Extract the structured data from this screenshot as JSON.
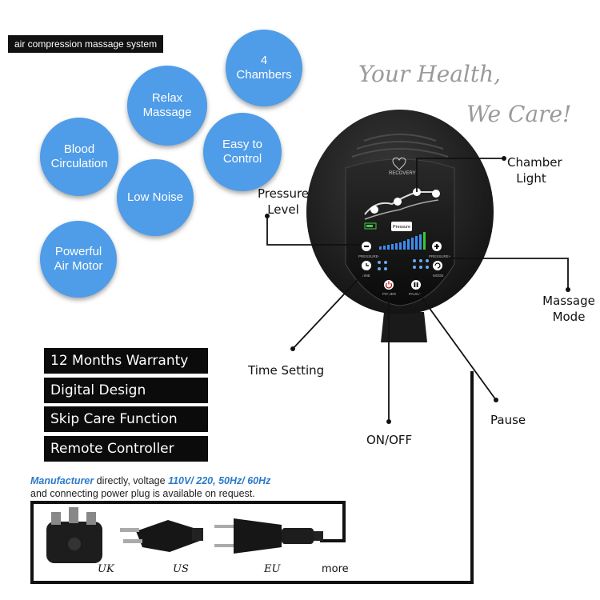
{
  "header_tag": "air compression massage system",
  "tagline": {
    "line1": "Your Health,",
    "line2": "We Care!"
  },
  "bubbles": [
    {
      "id": "four-chambers",
      "text": "4 Chambers"
    },
    {
      "id": "relax-massage",
      "text": "Relax Massage"
    },
    {
      "id": "easy-control",
      "text": "Easy to Control"
    },
    {
      "id": "blood-circulation",
      "text": "Blood Circulation"
    },
    {
      "id": "low-noise",
      "text": "Low Noise"
    },
    {
      "id": "powerful-air-motor",
      "text": "Powerful Air Motor"
    }
  ],
  "callouts": {
    "chamber_light": "Chamber Light",
    "pressure_level": "Pressure Level",
    "massage_mode": "Massage Mode",
    "time_setting": "Time Setting",
    "on_off": "ON/OFF",
    "pause": "Pause"
  },
  "device_labels": {
    "brand": "RECOVERY",
    "pressure_display": "Pressure",
    "pressure_minus": "PRESSURE-",
    "pressure_plus": "PRESSURE+",
    "time": "TIME",
    "mode": "MODE",
    "power": "POWER",
    "pause": "PAUSE"
  },
  "features": [
    "12 Months Warranty",
    "Digital Design",
    "Skip Care Function",
    "Remote Controller"
  ],
  "manufacturer": {
    "word": "Manufacturer",
    "text1": " directly, voltage ",
    "voltage": "110V/ 220, 50Hz/ 60Hz",
    "line2": "and connecting power plug is available on request."
  },
  "plugs": [
    "UK",
    "US",
    "EU",
    "more"
  ],
  "colors": {
    "bubble": "#4f9ce8",
    "device_body": "#1c1c1c",
    "accent_blue": "#2a7ac9"
  }
}
